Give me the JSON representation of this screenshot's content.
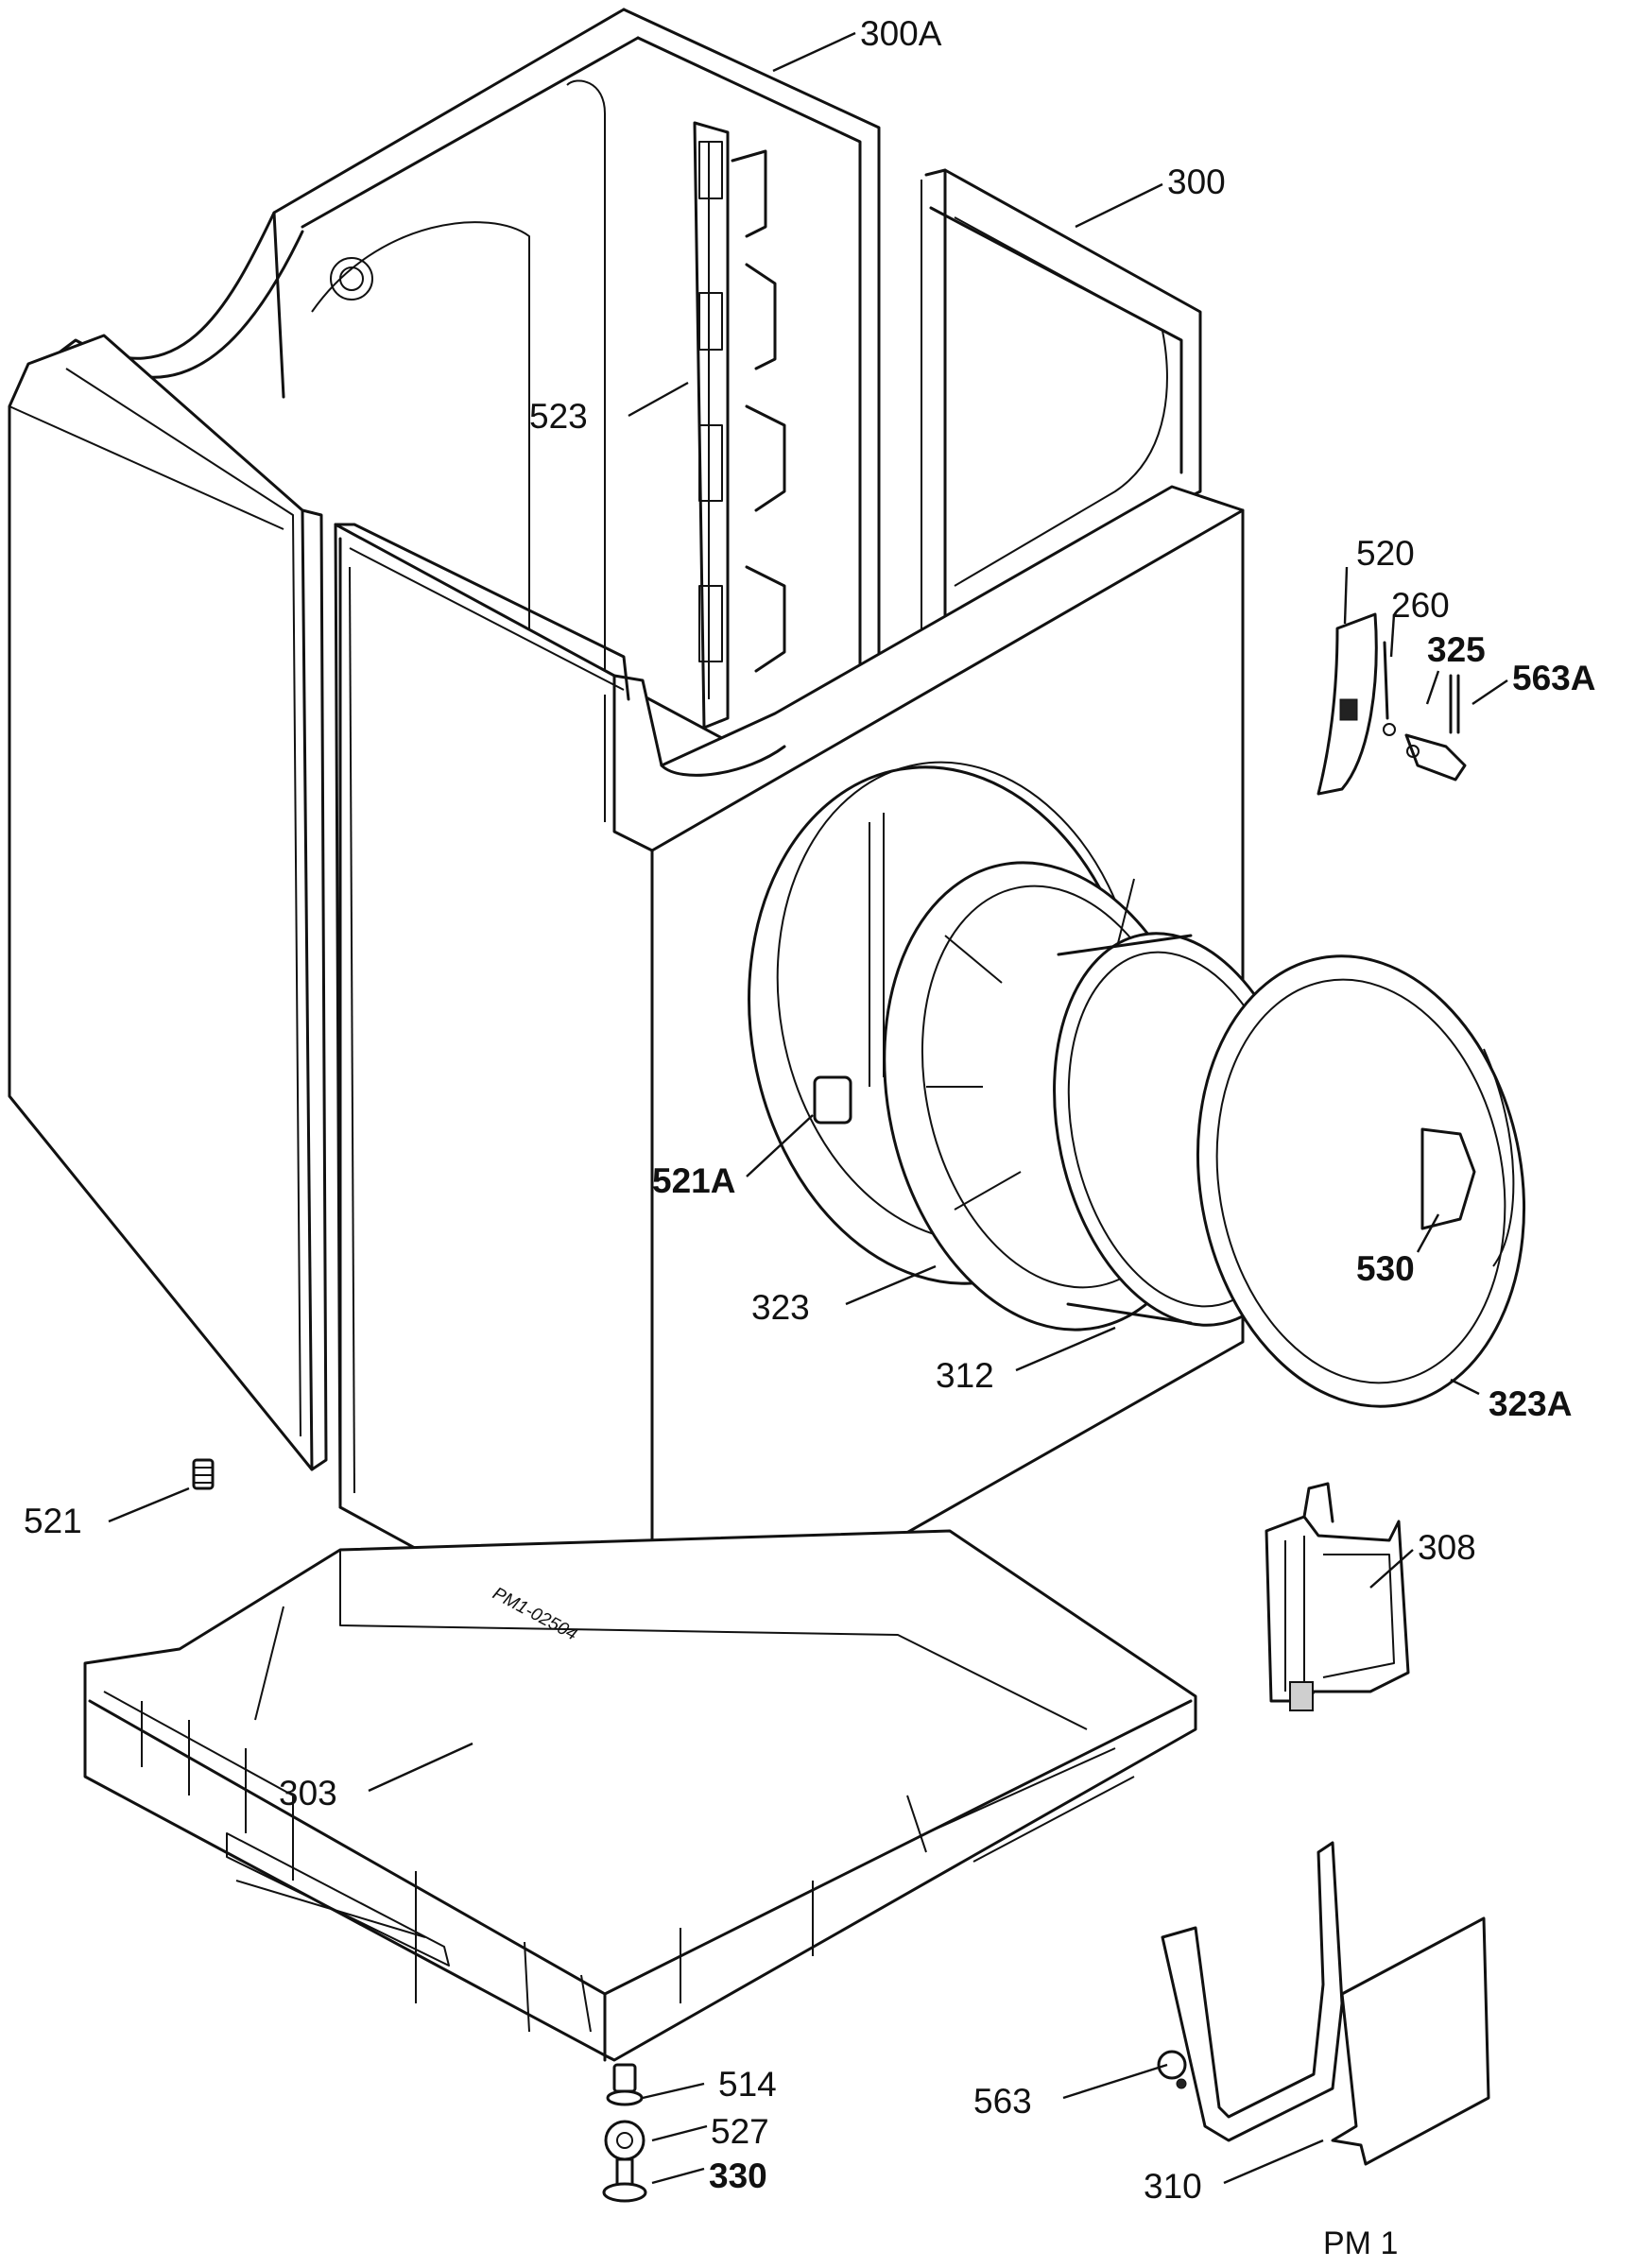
{
  "document": {
    "code": "PM 1",
    "serial_stamp": "PM1-02504"
  },
  "callouts": {
    "c300a": "300A",
    "c300": "300",
    "c523": "523",
    "c520": "520",
    "c260": "260",
    "c325": "325",
    "c563a": "563A",
    "c521a": "521A",
    "c530": "530",
    "c323": "323",
    "c312": "312",
    "c323a": "323A",
    "c521": "521",
    "c308": "308",
    "c303": "303",
    "c514": "514",
    "c527": "527",
    "c330": "330",
    "c563": "563",
    "c310": "310"
  }
}
